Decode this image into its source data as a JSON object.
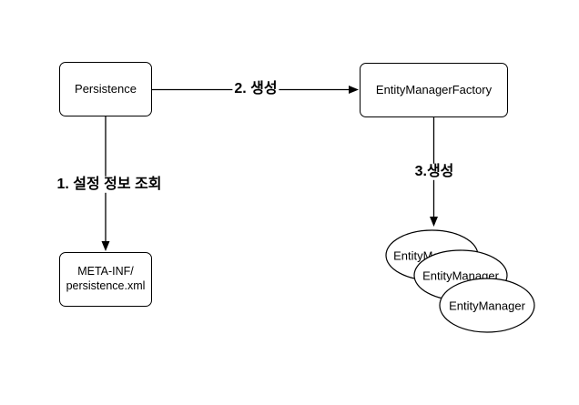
{
  "diagram": {
    "nodes": {
      "persistence": {
        "label": "Persistence"
      },
      "entity_manager_factory": {
        "label": "EntityManagerFactory"
      },
      "persistence_xml": {
        "line1": "META-INF/",
        "line2": "persistence.xml"
      },
      "entity_managers": [
        {
          "label": "EntityManager"
        },
        {
          "label": "EntityManager"
        },
        {
          "label": "EntityManager"
        }
      ]
    },
    "edges": {
      "step1": {
        "label": "1. 설정 정보 조회"
      },
      "step2": {
        "label": "2. 생성"
      },
      "step3": {
        "label": "3.생성"
      }
    },
    "colors": {
      "stroke": "#000000",
      "fill": "#ffffff",
      "text": "#000000"
    }
  }
}
